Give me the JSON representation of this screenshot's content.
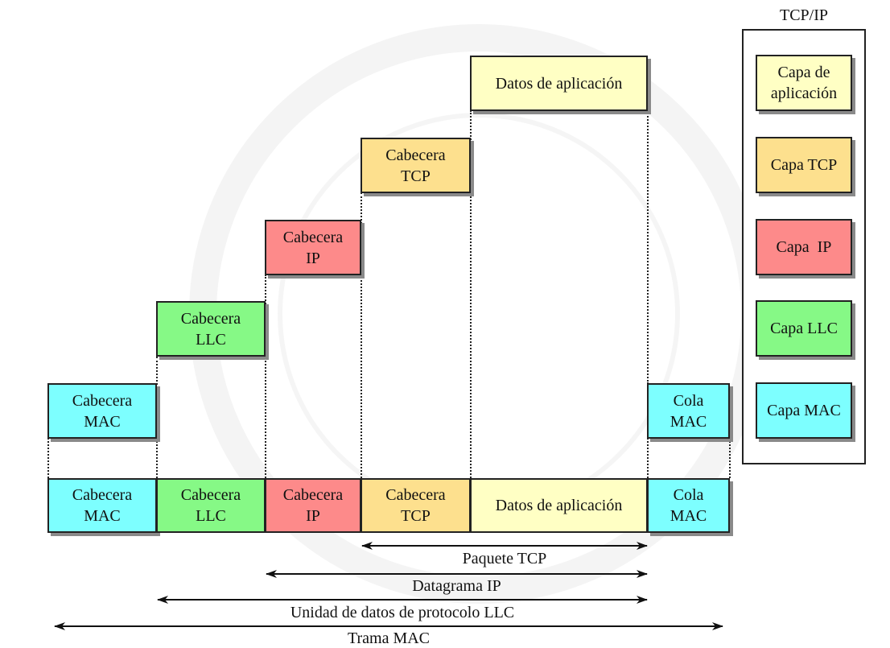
{
  "stack_title": "TCP/IP",
  "stack_layers": [
    {
      "label": "Capa de aplicación",
      "lines": [
        "Capa de",
        "aplicación"
      ],
      "color": "#ffffc4"
    },
    {
      "label": "Capa TCP",
      "lines": [
        "Capa TCP"
      ],
      "color": "#fde08e"
    },
    {
      "label": "Capa IP",
      "lines": [
        "Capa  IP"
      ],
      "color": "#fd8a8a"
    },
    {
      "label": "Capa LLC",
      "lines": [
        "Capa LLC"
      ],
      "color": "#86f986"
    },
    {
      "label": "Capa MAC",
      "lines": [
        "Capa MAC"
      ],
      "color": "#7dffff"
    }
  ],
  "staircase": {
    "app_data": "Datos de aplicación",
    "tcp_header": [
      "Cabecera",
      "TCP"
    ],
    "ip_header": [
      "Cabecera",
      "IP"
    ],
    "llc_header": [
      "Cabecera",
      "LLC"
    ],
    "mac_header": [
      "Cabecera",
      "MAC"
    ],
    "mac_trailer": [
      "Cola",
      "MAC"
    ]
  },
  "frame": {
    "mac_header": [
      "Cabecera",
      "MAC"
    ],
    "llc_header": [
      "Cabecera",
      "LLC"
    ],
    "ip_header": [
      "Cabecera",
      "IP"
    ],
    "tcp_header": [
      "Cabecera",
      "TCP"
    ],
    "app_data": "Datos de aplicación",
    "mac_trailer": [
      "Cola",
      "MAC"
    ]
  },
  "spans": {
    "tcp_packet": "Paquete TCP",
    "ip_datagram": "Datagrama IP",
    "llc_pdu": "Unidad de datos de protocolo LLC",
    "mac_frame": "Trama MAC"
  },
  "colors": {
    "mac": "#7dffff",
    "llc": "#86f986",
    "ip": "#fd8a8a",
    "tcp": "#fde08e",
    "app": "#ffffc4"
  }
}
